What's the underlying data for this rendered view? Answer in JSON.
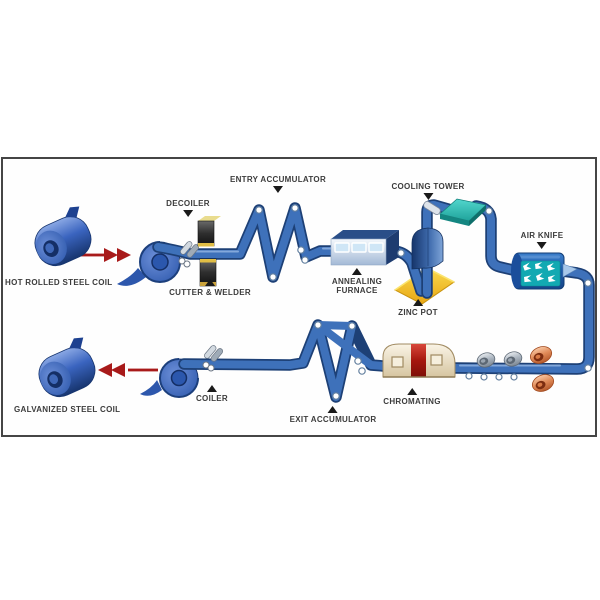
{
  "diagram_type": "steel-galvanizing-process-flow",
  "labels": {
    "hot_rolled_coil": "HOT ROLLED STEEL COIL",
    "decoiler": "DECOILER",
    "cutter_welder": "CUTTER & WELDER",
    "entry_accumulator": "ENTRY ACCUMULATOR",
    "annealing_line1": "ANNEALING",
    "annealing_line2": "FURNACE",
    "zinc_pot": "ZINC POT",
    "cooling_tower": "COOLING TOWER",
    "air_knife": "AIR KNIFE",
    "chromating": "CHROMATING",
    "exit_accumulator": "EXIT ACCUMULATOR",
    "coiler": "COILER",
    "galvanized_coil": "GALVANIZED STEEL COIL"
  },
  "colors": {
    "strip_blue": "#3e71ba",
    "strip_edge": "#1d4076",
    "coil_blue": "#3a64bf",
    "arrow_red": "#a81a1a",
    "zinc_gold": "#f3c22a",
    "cooling_teal": "#35c4bc",
    "airknife_teal": "#12a9b2",
    "chromating_cream": "#f3ecd9",
    "chromating_red": "#a5170e",
    "label_text": "#3c3c3c",
    "border_gray": "#454545"
  }
}
